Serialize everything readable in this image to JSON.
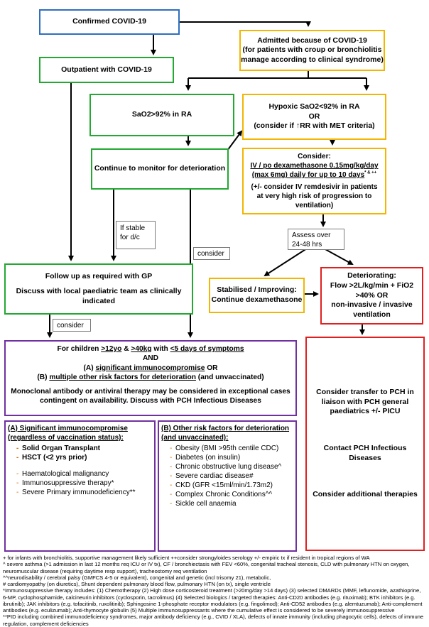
{
  "confirmed": "Confirmed COVID-19",
  "outpatient": "Outpatient with COVID-19",
  "admitted": {
    "line1": "Admitted because of COVID-19",
    "line2": "(for patients with croup or bronchiolitis manage according to clinical syndrome)"
  },
  "sao2_ok": "SaO2>92% in RA",
  "hypoxic": {
    "line1": "Hypoxic SaO2<92% in RA",
    "line2": "OR",
    "line3": "(consider if ↑RR with MET criteria)"
  },
  "monitor": "Continue to monitor for deterioration",
  "consider_box": {
    "title": "Consider:",
    "dex": "IV / po dexamethasone 0.15mg/kg/day (max 6mg) daily for up to 10 days",
    "dex_sup": "* & ++",
    "remdesivir": "(+/- consider IV remdesivir in patients at very high risk of progression to ventilation)"
  },
  "assess": "Assess over 24-48 hrs",
  "stable_dc": "If stable for d/c",
  "consider_label_1": "consider",
  "consider_label_2": "consider",
  "gp": {
    "line1": "Follow up as required with GP",
    "line2": "Discuss with local paediatric team as clinically indicated"
  },
  "stabilised": {
    "line1": "Stabilised / Improving:",
    "line2": "Continue dexamethasone"
  },
  "deteriorating": {
    "line1": "Deteriorating:",
    "line2": "Flow >2L/kg/min + FiO2 >40% OR",
    "line3": "non-invasive / invasive ventilation"
  },
  "children": {
    "l1_a": "For children ",
    "l1_b": ">12yo",
    "l1_c": " & ",
    "l1_d": ">40kg",
    "l1_e": " with ",
    "l1_f": "<5 days of symptoms",
    "l2": "AND",
    "l3_a": "(A) ",
    "l3_b": "significant immunocompromise",
    "l3_c": " OR",
    "l4_a": "(B) ",
    "l4_b": "multiple other risk factors for deterioration",
    "l4_c": " (and unvaccinated)",
    "l5": "Monoclonal antibody or antiviral therapy may be considered in exceptional cases contingent on availability. Discuss with PCH Infectious Diseases"
  },
  "pch": {
    "line1": "Consider transfer to PCH in liaison with PCH general paediatrics +/- PICU",
    "line2": "Contact PCH Infectious Diseases",
    "line3": "Consider additional therapies"
  },
  "immuno": {
    "title": "(A) Significant immunocompromise (regardless of vaccination status):",
    "bold_items": [
      "Solid Organ Transplant",
      "HSCT (<2 yrs prior)"
    ],
    "items": [
      "Haematological malignancy",
      "Immunosuppressive therapy*",
      "Severe Primary immunodeficiency**"
    ]
  },
  "risk": {
    "title": "(B) Other risk factors for deterioration (and unvaccinated):",
    "items": [
      "Obesity (BMI >95th centile CDC)",
      "Diabetes (on insulin)",
      "Chronic obstructive lung disease^",
      "Severe cardiac disease#",
      "CKD (GFR <15ml/min/1.73m2)",
      "Complex Chronic Conditions^^",
      "Sickle cell anaemia"
    ]
  },
  "footnotes": [
    "+ for infants with bronchiolitis, supportive management likely sufficient ++consider strongyloides serology +/- empiric tx if resident in tropical regions of WA",
    "^ severe asthma (>1 admission in last 12 months req ICU or IV tx), CF / bronchiectasis with FEV <60%, congenital tracheal stenosis, CLD with pulmonary HTN on oxygen, neuromuscular disease (requiring daytime resp support), tracheostomy req ventilation",
    "^^neurodisability / cerebral palsy (GMFCS 4-5 or equivalent), congenital and genetic (incl trisomy 21), metabolic,",
    "# cardiomyopathy (on diuretics), Shunt dependent pulmonary blood flow, pulmonary HTN (on tx), single ventricle",
    "*Immunosuppressive therapy includes: (1) Chemotherapy (2) High dose corticosteroid treatment (>20mg/day >14 days) (3) selected DMARDs (MMF, leflunomide, azathioprine, 6-MP, cyclophosphamide, calcineurin inhibitors (cyclosporin, tacrolimus) (4) Selected biologics / targeted therapies: Anti-CD20 antibodies (e.g. rituximab); BTK inhibitors (e.g. ibrutinib); JAK inhibitors (e.g. tofacitinib, ruxolitinib); Sphingosine 1-phosphate receptor modulators (e.g. fingolimod); Anti-CD52 antibodies (e.g. alemtuzumab); Anti-complement antibodies (e.g. eculizumab); Anti-thymocyte globulin (5) Multiple immunosuppressants where the cumulative effect is considered to be severely immunosuppressive",
    "**PID including combined immunodeficiency syndromes, major antibody deficiency (e.g., CVID / XLA), defects of innate immunity (including phagocytic cells), defects of immune regulation, complement deficiencies"
  ]
}
